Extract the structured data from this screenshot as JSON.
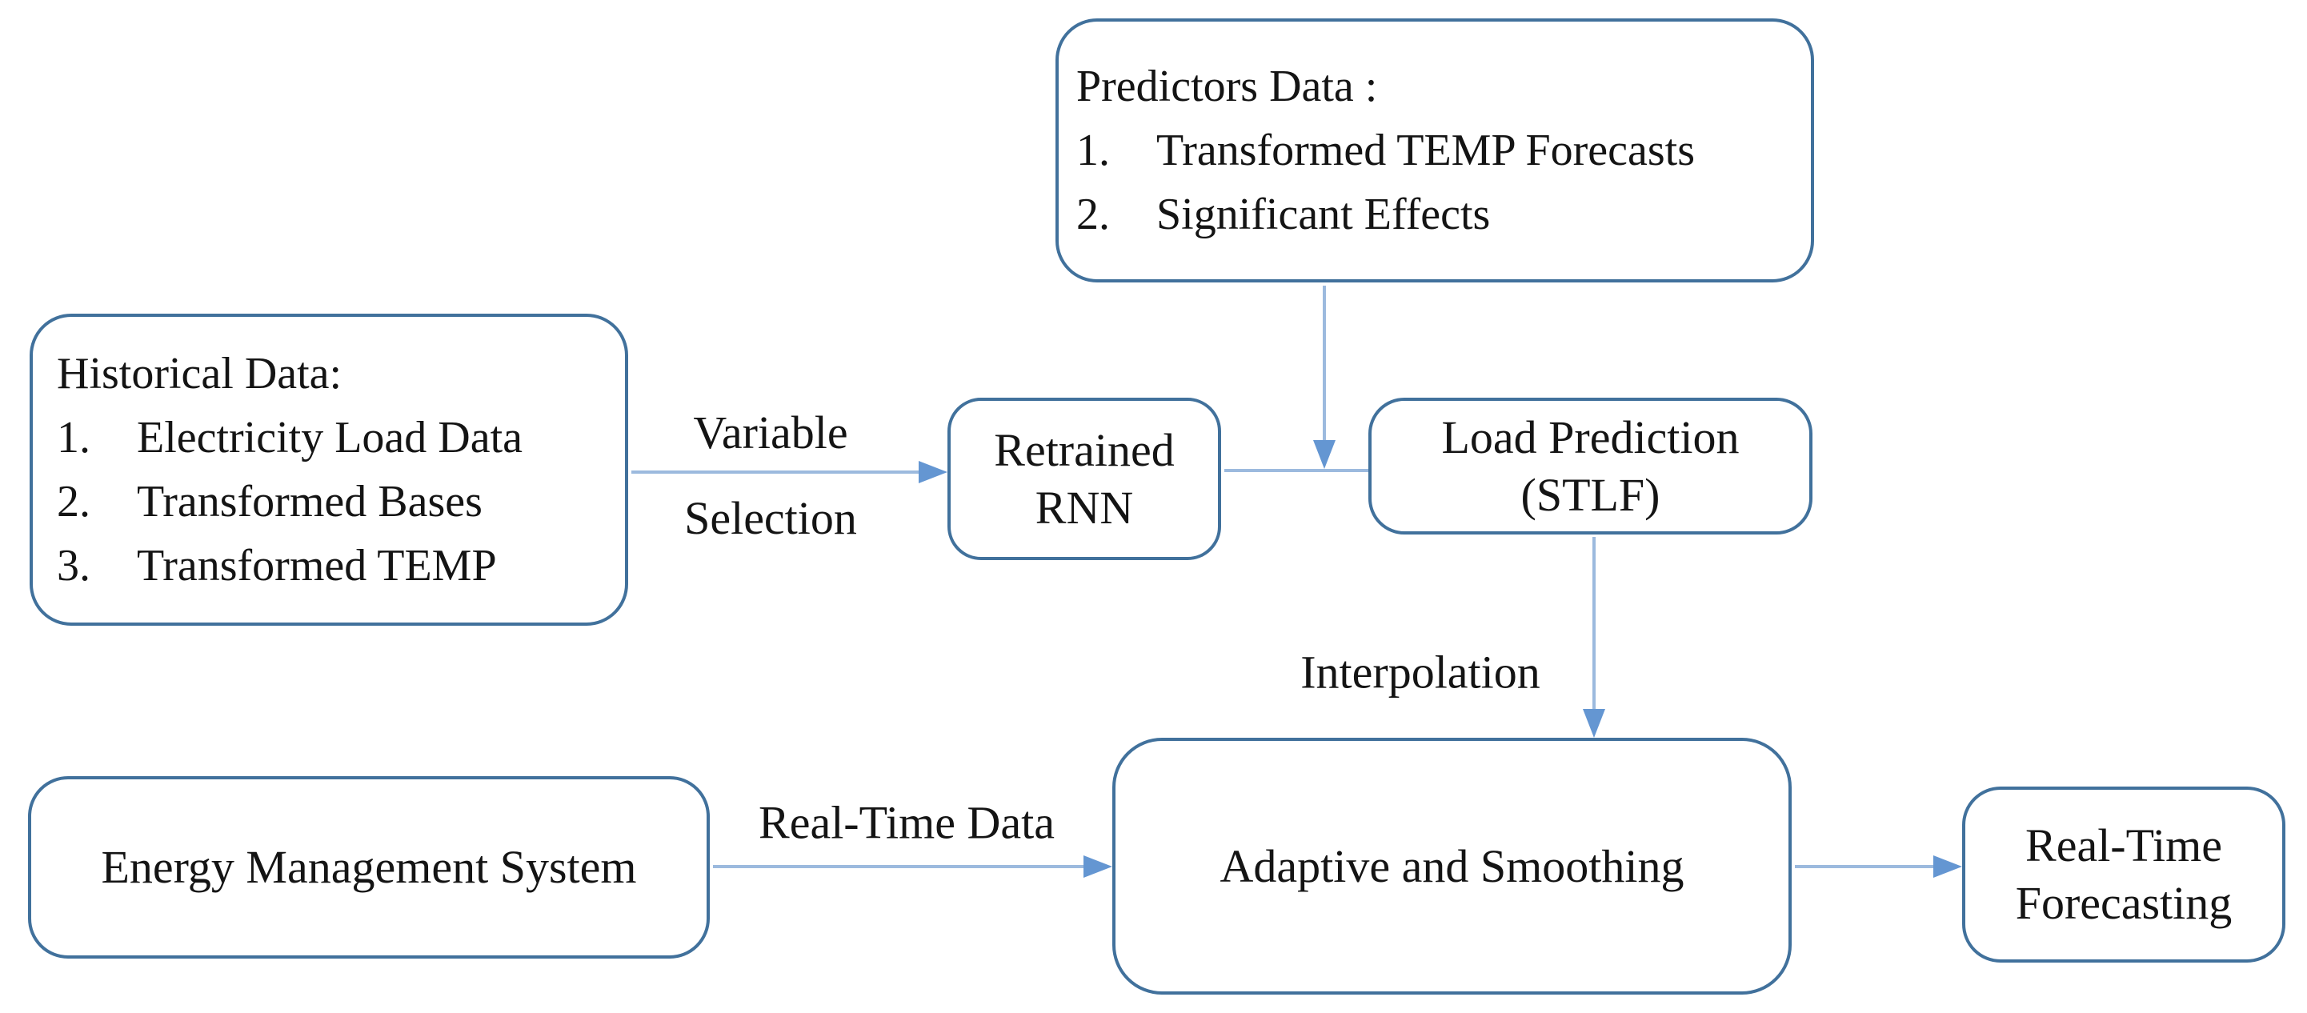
{
  "diagram": {
    "boxes": {
      "predictors": {
        "title": "Predictors Data :",
        "items": [
          {
            "num": "1.",
            "text": "Transformed TEMP Forecasts"
          },
          {
            "num": "2.",
            "text": "Significant Effects"
          }
        ]
      },
      "historical": {
        "title": "Historical Data:",
        "items": [
          {
            "num": "1.",
            "text": "Electricity Load Data"
          },
          {
            "num": "2.",
            "text": "Transformed Bases"
          },
          {
            "num": "3.",
            "text": "Transformed TEMP"
          }
        ]
      },
      "retrained_rnn": {
        "lines": [
          "Retrained",
          "RNN"
        ]
      },
      "load_prediction": {
        "lines": [
          "Load Prediction",
          "(STLF)"
        ]
      },
      "ems": {
        "label": "Energy Management System"
      },
      "adaptive": {
        "label": "Adaptive and Smoothing"
      },
      "realtime_forecasting": {
        "lines": [
          "Real-Time",
          "Forecasting"
        ]
      }
    },
    "arrow_labels": {
      "variable_selection": {
        "lines": [
          "Variable",
          "Selection"
        ]
      },
      "real_time_data": "Real-Time Data",
      "interpolation": "Interpolation"
    },
    "colors": {
      "box_border": "#41719c",
      "arrow_line": "#9cbade",
      "arrow_head": "#6496d2",
      "text": "#141414",
      "background": "#ffffff"
    }
  }
}
